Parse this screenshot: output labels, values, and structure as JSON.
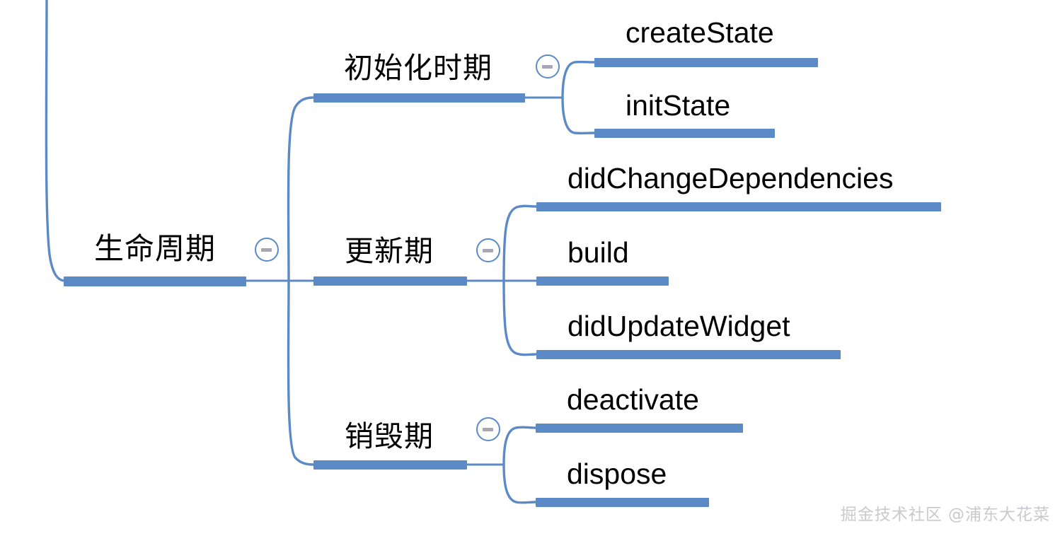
{
  "diagram": {
    "type": "mindmap",
    "title_node": "生命周期",
    "orientation": "left-to-right",
    "branch_color": "#5b8ac7",
    "text_color": "#000000",
    "background": "#ffffff"
  },
  "root": {
    "label": "生命周期",
    "toggle_state": "expanded",
    "toggle_glyph": "minus"
  },
  "branches": [
    {
      "label": "初始化时期",
      "toggle_state": "expanded",
      "toggle_glyph": "minus",
      "children": [
        {
          "label": "createState"
        },
        {
          "label": "initState"
        }
      ]
    },
    {
      "label": "更新期",
      "toggle_state": "expanded",
      "toggle_glyph": "minus",
      "children": [
        {
          "label": "didChangeDependencies"
        },
        {
          "label": "build"
        },
        {
          "label": "didUpdateWidget"
        }
      ]
    },
    {
      "label": "销毁期",
      "toggle_state": "expanded",
      "toggle_glyph": "minus",
      "children": [
        {
          "label": "deactivate"
        },
        {
          "label": "dispose"
        }
      ]
    }
  ],
  "watermark": {
    "text": "掘金技术社区 @浦东大花菜"
  }
}
